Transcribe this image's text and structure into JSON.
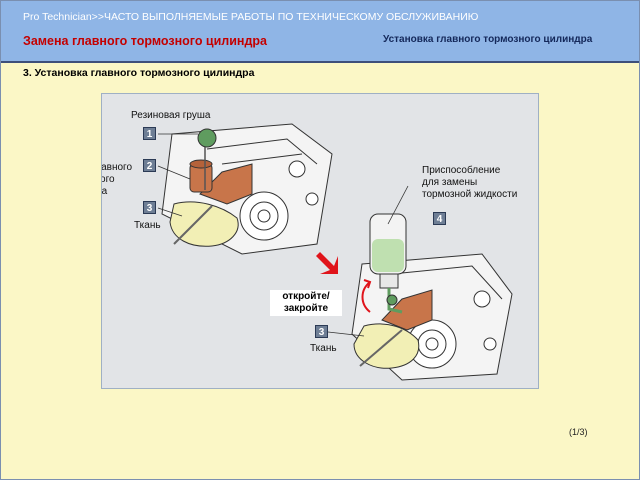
{
  "header": {
    "top_line": "Pro Technician>>ЧАСТО ВЫПОЛНЯЕМЫЕ РАБОТЫ ПО ТЕХНИЧЕСКОМУ ОБСЛУЖИВАНИЮ",
    "title": "Замена главного тормозного цилиндра",
    "section": "Установка главного тормозного цилиндра"
  },
  "step_title": "3. Установка главного тормозного цилиндра",
  "figure": {
    "labels": {
      "rubber_bulb": "Резиновая груша",
      "reservoir": "Бачок главного тормозного цилиндра",
      "tool": "Приспособление для замены тормозной жидкости",
      "cloth_1": "Ткань",
      "cloth_2": "Ткань",
      "open_close": "откройте/ закройте"
    },
    "badges": [
      "1",
      "2",
      "3",
      "4",
      "3"
    ],
    "colors": {
      "reservoir": "#c8754a",
      "bulb": "#5f9c5f",
      "cloth": "#f2efb5",
      "arrow": "#e0141b"
    }
  },
  "pager": "(1/3)"
}
